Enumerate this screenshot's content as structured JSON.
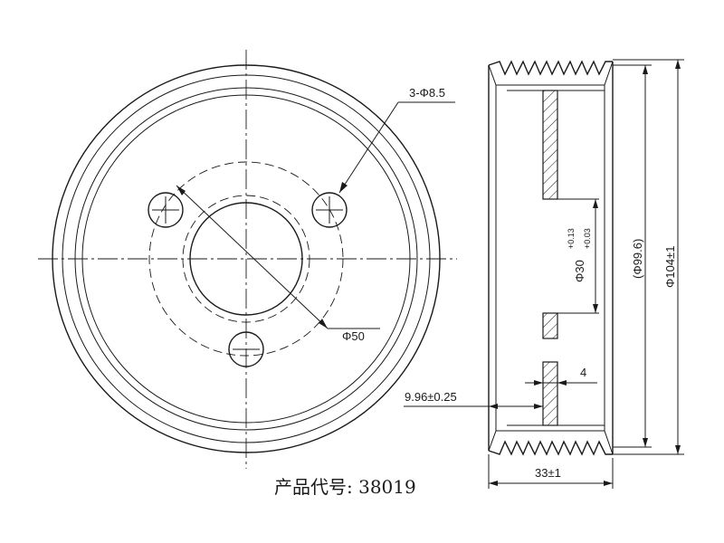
{
  "labels": {
    "holes": "3-Φ8.5",
    "bolt_circle": "Φ50",
    "bore": "Φ30",
    "bore_tol_upper": "+0.13",
    "bore_tol_lower": "+0.03",
    "groove_diameter": "(Φ99.6)",
    "outer_diameter": "Φ104±1",
    "web_thickness": "4",
    "offset": "9.96±0.25",
    "width": "33±1"
  },
  "product_code": "产品代号: 38019"
}
